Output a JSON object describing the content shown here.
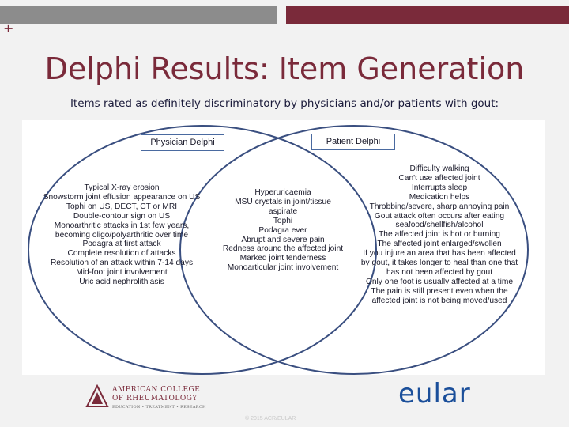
{
  "slide": {
    "title": "Delphi Results: Item Generation",
    "subtitle": "Items rated as definitely discriminatory by physicians and/or patients with gout:"
  },
  "diagram": {
    "physician_label": "Physician Delphi",
    "patient_label": "Patient Delphi",
    "physician_only": [
      "Typical X-ray erosion",
      "Snowstorm joint effusion appearance on US",
      "Tophi on US, DECT, CT or MRI",
      "Double-contour sign on US",
      "Monoarthritic attacks in 1st few years,",
      "becoming oligo/polyarthritic over time",
      "Podagra at first attack",
      "Complete resolution of attacks",
      "Resolution of an attack within 7-14 days",
      "Mid-foot joint involvement",
      "Uric acid nephrolithiasis"
    ],
    "shared": [
      "Hyperuricaemia",
      "MSU crystals in joint/tissue",
      "aspirate",
      "Tophi",
      "Podagra ever",
      "Abrupt and severe pain",
      "Redness around the affected joint",
      "Marked joint tenderness",
      "Monoarticular joint involvement"
    ],
    "patient_only": [
      "Difficulty walking",
      "Can't use affected joint",
      "Interrupts sleep",
      "Medication helps",
      "Throbbing/severe, sharp annoying pain",
      "Gout attack often occurs after eating",
      "seafood/shellfish/alcohol",
      "The affected joint is hot or burning",
      "The affected joint enlarged/swollen",
      "If you injure an area that has been affected",
      "by gout, it takes longer to heal than one that",
      "has not been affected by gout",
      "Only one foot is usually affected at a time",
      "The pain is still present even when the",
      "affected joint is not being moved/used"
    ]
  },
  "footer": {
    "acr_line1": "AMERICAN COLLEGE",
    "acr_line2": "OF RHEUMATOLOGY",
    "acr_line3": "EDUCATION • TREATMENT • RESEARCH",
    "eular": "eular",
    "copyright": "© 2015 ACR/EULAR"
  },
  "colors": {
    "title": "#7a2a3a",
    "venn_stroke": "#3a4f80",
    "eular": "#1b4f9a"
  }
}
